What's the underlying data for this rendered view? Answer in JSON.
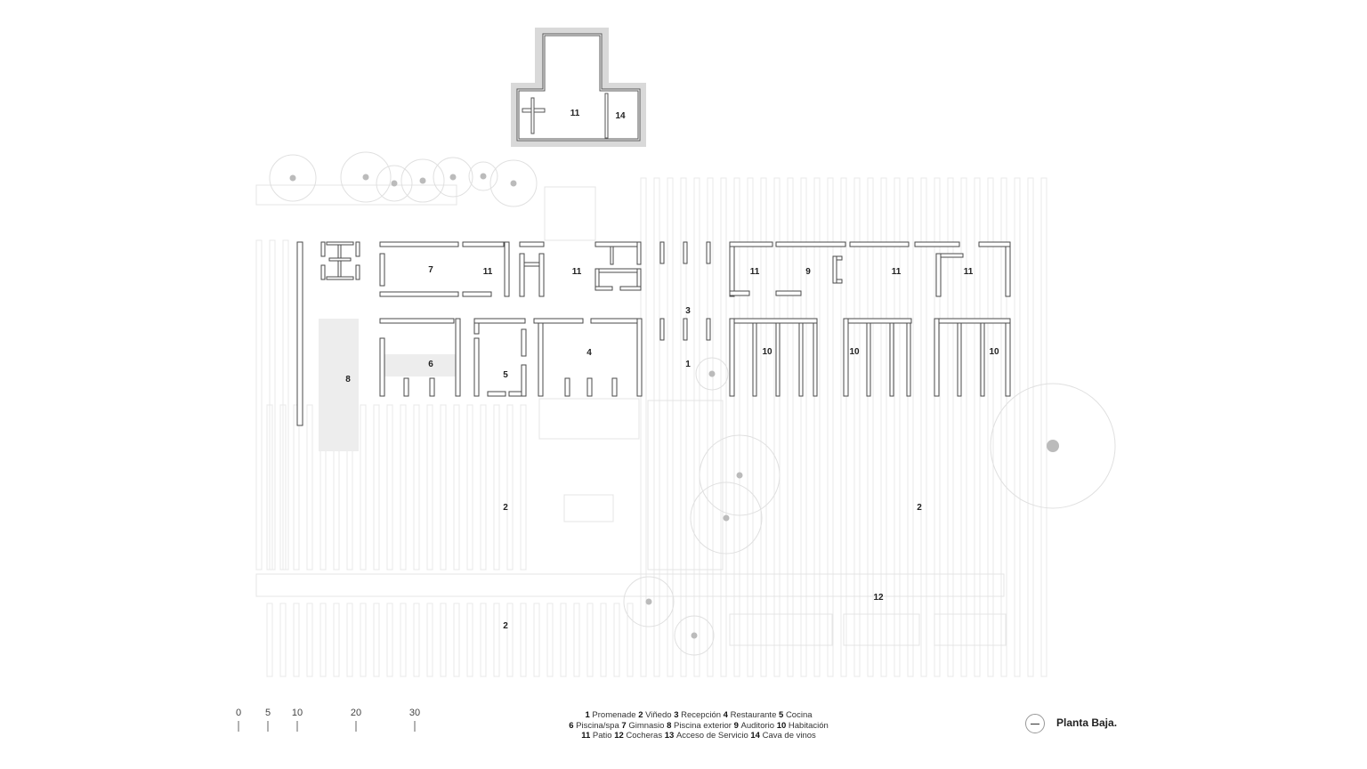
{
  "plan": {
    "title": "Planta Baja.",
    "room_labels": {
      "annex_patio": "11",
      "annex_cava": "14",
      "gym": "7",
      "patio_a": "11",
      "patio_b": "11",
      "reception": "3",
      "patio_c": "11",
      "auditorium": "9",
      "patio_d": "11",
      "patio_e": "11",
      "spa": "6",
      "kitchen": "5",
      "restaurant": "4",
      "promenade": "1",
      "pool": "8",
      "room_a": "10",
      "room_b": "10",
      "room_c": "10",
      "vineyard_a": "2",
      "vineyard_b": "2",
      "vineyard_c": "2",
      "garage": "12"
    },
    "legend": [
      [
        {
          "n": "1",
          "t": "Promenade"
        },
        {
          "n": "2",
          "t": "Viñedo"
        },
        {
          "n": "3",
          "t": "Recepción"
        },
        {
          "n": "4",
          "t": "Restaurante"
        },
        {
          "n": "5",
          "t": "Cocina"
        }
      ],
      [
        {
          "n": "6",
          "t": "Piscina/spa"
        },
        {
          "n": "7",
          "t": "Gimnasio"
        },
        {
          "n": "8",
          "t": "Piscina exterior"
        },
        {
          "n": "9",
          "t": "Auditorio"
        },
        {
          "n": "10",
          "t": "Habitación"
        }
      ],
      [
        {
          "n": "11",
          "t": "Patio"
        },
        {
          "n": "12",
          "t": "Cocheras"
        },
        {
          "n": "13",
          "t": "Acceso de Servicio"
        },
        {
          "n": "14",
          "t": "Cava de vinos"
        }
      ]
    ],
    "scale": [
      "0",
      "5",
      "10",
      "20",
      "30"
    ],
    "north_icon": "north-arrow-icon"
  }
}
